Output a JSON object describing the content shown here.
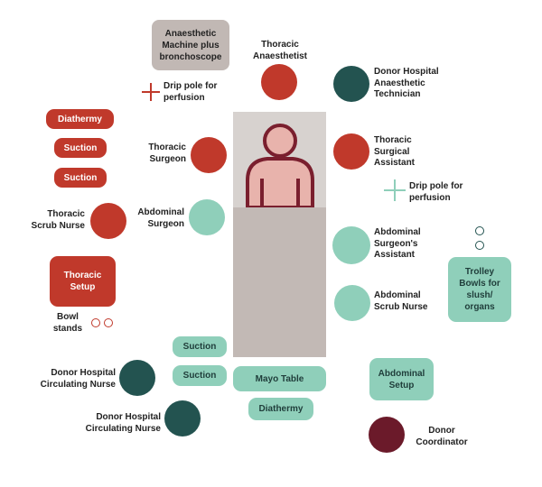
{
  "colors": {
    "red": "#c0392b",
    "dark_teal": "#235350",
    "light_teal": "#8fcfba",
    "maroon": "#6b1a2a",
    "grey_box": "#c1b8b4",
    "bed_head": "#d7d2cf",
    "bed_body": "#c2b9b5",
    "patient_skin": "#e8b3ac"
  },
  "roles": {
    "thoracic_anaesthetist": "Thoracic\nAnaesthetist",
    "donor_anaesthetic_technician": "Donor Hospital\nAnaesthetic\nTechnician",
    "thoracic_surgeon": "Thoracic\nSurgeon",
    "thoracic_surgical_assistant": "Thoracic\nSurgical\nAssistant",
    "abdominal_surgeon": "Abdominal\nSurgeon",
    "thoracic_scrub_nurse": "Thoracic\nScrub Nurse",
    "abdominal_surgeons_assistant": "Abdominal\nSurgeon's\nAssistant",
    "abdominal_scrub_nurse": "Abdominal\nScrub Nurse",
    "donor_circulating_nurse_1": "Donor Hospital\nCirculating Nurse",
    "donor_circulating_nurse_2": "Donor Hospital\nCirculating Nurse",
    "donor_coordinator": "Donor\nCoordinator"
  },
  "equipment": {
    "anaesthetic_machine": "Anaesthetic\nMachine plus\nbronchoscope",
    "drip_pole_left": "Drip pole for\nperfusion",
    "drip_pole_right": "Drip pole for\nperfusion",
    "diathermy_left": "Diathermy",
    "suction_left_1": "Suction",
    "suction_left_2": "Suction",
    "thoracic_setup": "Thoracic\nSetup",
    "bowl_stands": "Bowl\nstands",
    "trolley": "Trolley\nBowls for\nslush/\norgans",
    "suction_bottom_1": "Suction",
    "suction_bottom_2": "Suction",
    "mayo_table": "Mayo Table",
    "diathermy_bottom": "Diathermy",
    "abdominal_setup": "Abdominal\nSetup"
  }
}
